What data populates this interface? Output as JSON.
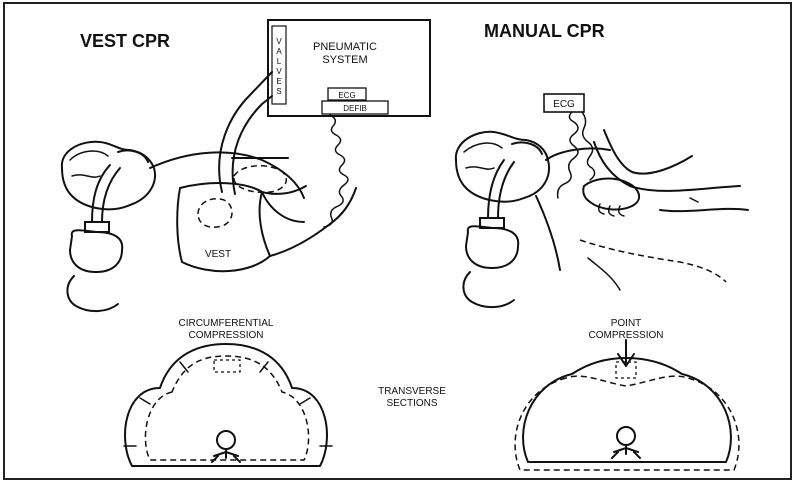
{
  "vest": {
    "title": "VEST CPR",
    "box_title_line1": "PNEUMATIC",
    "box_title_line2": "SYSTEM",
    "valves_label": "VALVES",
    "ecg_label": "ECG",
    "defib_label": "DEFIB",
    "vest_label": "VEST",
    "section_label_line1": "CIRCUMFERENTIAL",
    "section_label_line2": "COMPRESSION"
  },
  "manual": {
    "title": "MANUAL CPR",
    "ecg_label": "ECG",
    "section_label_line1": "POINT",
    "section_label_line2": "COMPRESSION"
  },
  "middle": {
    "label_line1": "TRANSVERSE",
    "label_line2": "SECTIONS"
  }
}
